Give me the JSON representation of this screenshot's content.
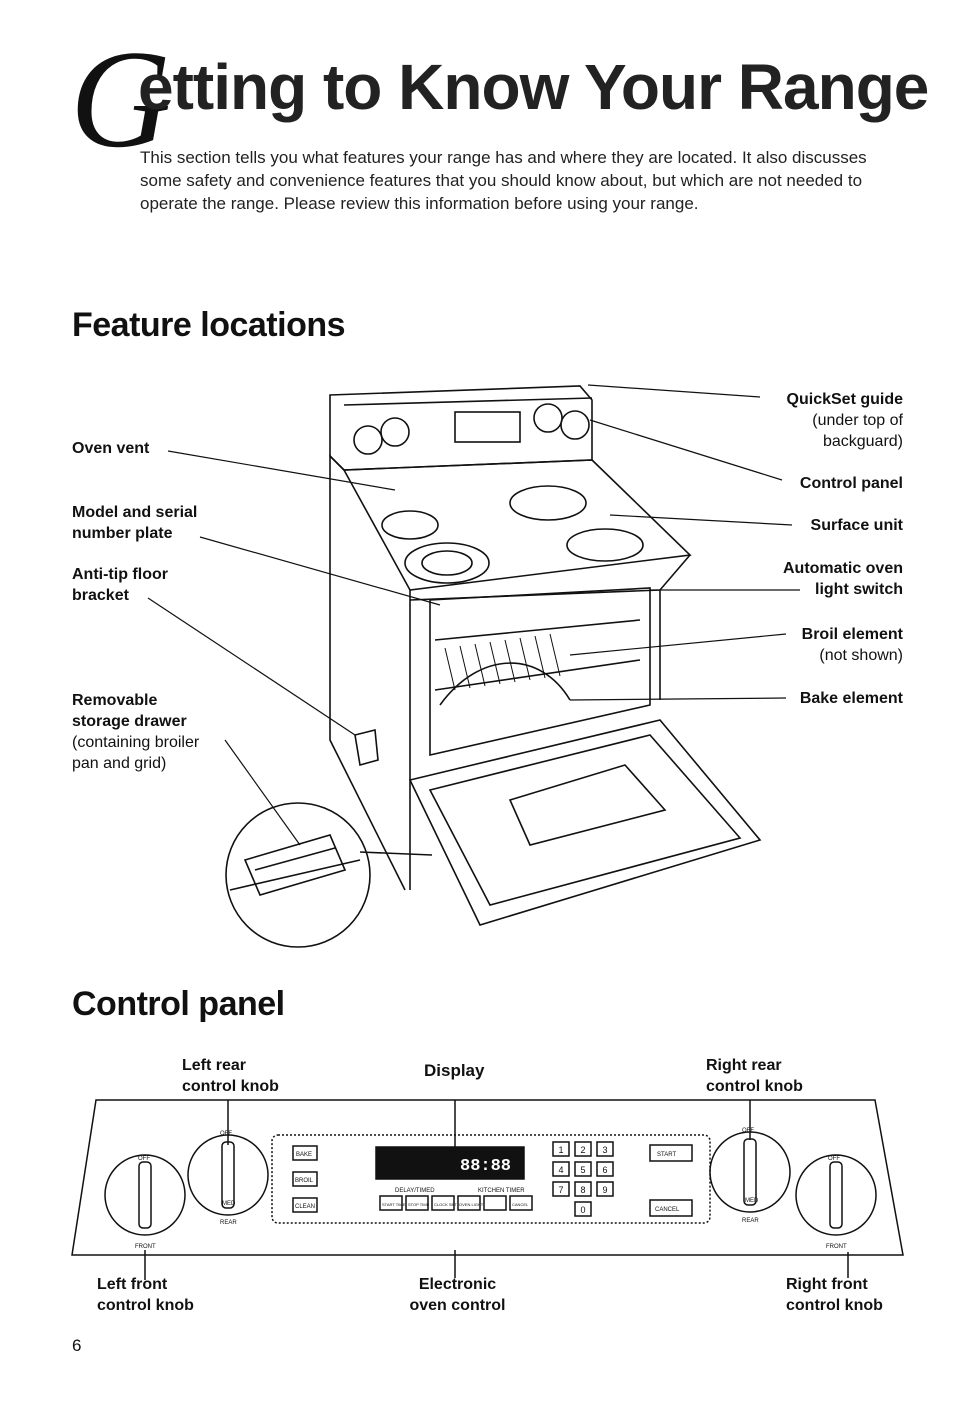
{
  "header": {
    "drop_cap": "G",
    "title_rest": "etting to Know Your Range",
    "intro": "This section tells you what features your range has and where they are located. It also discusses some safety and convenience features that you should know about, but which are not needed to operate the range. Please review this information before using your range."
  },
  "feature_section": {
    "heading": "Feature locations",
    "labels": {
      "oven_vent": "Oven vent",
      "model_plate_1": "Model and serial",
      "model_plate_2": "number plate",
      "anti_tip_1": "Anti-tip floor",
      "anti_tip_2": "bracket",
      "drawer_1": "Removable",
      "drawer_2": "storage drawer",
      "drawer_3": "(containing broiler",
      "drawer_4": "pan and grid)",
      "quickset_1": "QuickSet guide",
      "quickset_2": "(under top of",
      "quickset_3": "backguard)",
      "control_panel": "Control panel",
      "surface_unit": "Surface unit",
      "oven_light_1": "Automatic oven",
      "oven_light_2": "light switch",
      "broil_1": "Broil element",
      "broil_2": "(not shown)",
      "bake": "Bake element"
    }
  },
  "control_section": {
    "heading": "Control panel",
    "labels": {
      "left_rear_1": "Left rear",
      "left_rear_2": "control knob",
      "display": "Display",
      "right_rear_1": "Right rear",
      "right_rear_2": "control knob",
      "left_front_1": "Left front",
      "left_front_2": "control knob",
      "electronic_1": "Electronic",
      "electronic_2": "oven control",
      "right_front_1": "Right front",
      "right_front_2": "control knob"
    },
    "panel": {
      "knob_off": "OFF",
      "knob_med": "MED",
      "knob_rear": "REAR",
      "knob_front": "FRONT",
      "btn_bake": "BAKE",
      "btn_broil": "BROIL",
      "btn_clean": "CLEAN",
      "display_digits": "88:88",
      "delay_timed": "DELAY/TIMED",
      "kitchen_timer": "KITCHEN TIMER",
      "btn_start_time": "START TIME",
      "btn_stop_time": "STOP TIME",
      "btn_clock": "CLOCK SET",
      "btn_oven_light": "OVEN LIGHT",
      "btn_cancel_small": "CANCEL",
      "keypad": [
        "1",
        "2",
        "3",
        "4",
        "5",
        "6",
        "7",
        "8",
        "9",
        "0"
      ],
      "btn_start": "START",
      "btn_cancel": "CANCEL"
    }
  },
  "footer": {
    "page_number": "6"
  }
}
